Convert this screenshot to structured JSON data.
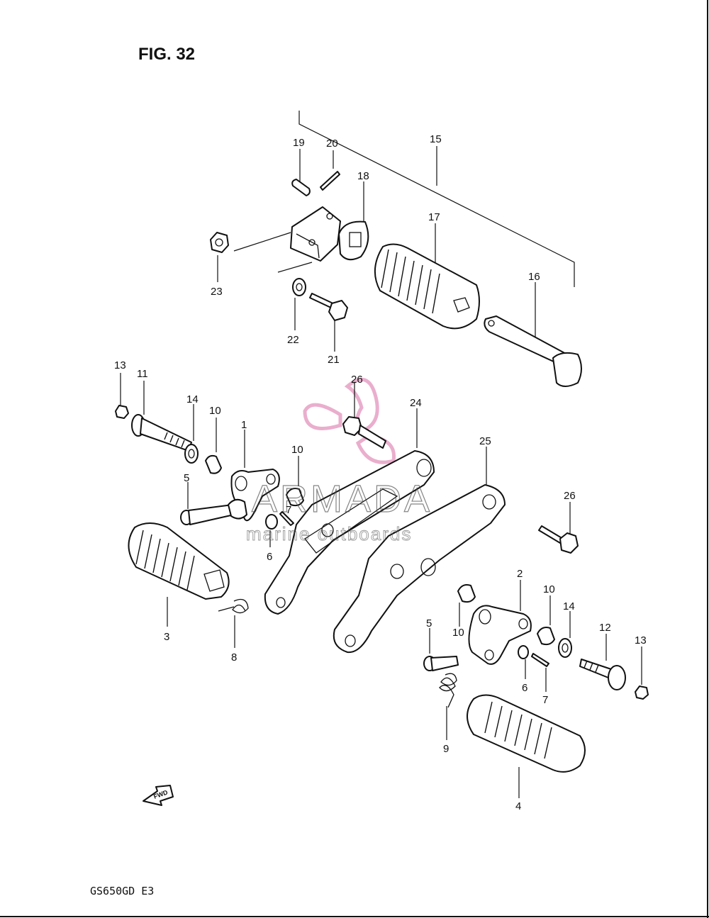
{
  "figure": {
    "title": "FIG. 32",
    "model_code": "GS650GD  E3",
    "fwd_label": "FWD"
  },
  "watermark": {
    "brand": "ARMADA",
    "tagline": "marine outboards",
    "logo_color": "#e8a6c8"
  },
  "callouts": [
    "1",
    "2",
    "3",
    "4",
    "5",
    "5",
    "6",
    "6",
    "7",
    "7",
    "8",
    "9",
    "10",
    "10",
    "10",
    "10",
    "11",
    "12",
    "13",
    "13",
    "14",
    "14",
    "15",
    "16",
    "17",
    "18",
    "19",
    "20",
    "21",
    "22",
    "23",
    "24",
    "25",
    "26",
    "26"
  ]
}
